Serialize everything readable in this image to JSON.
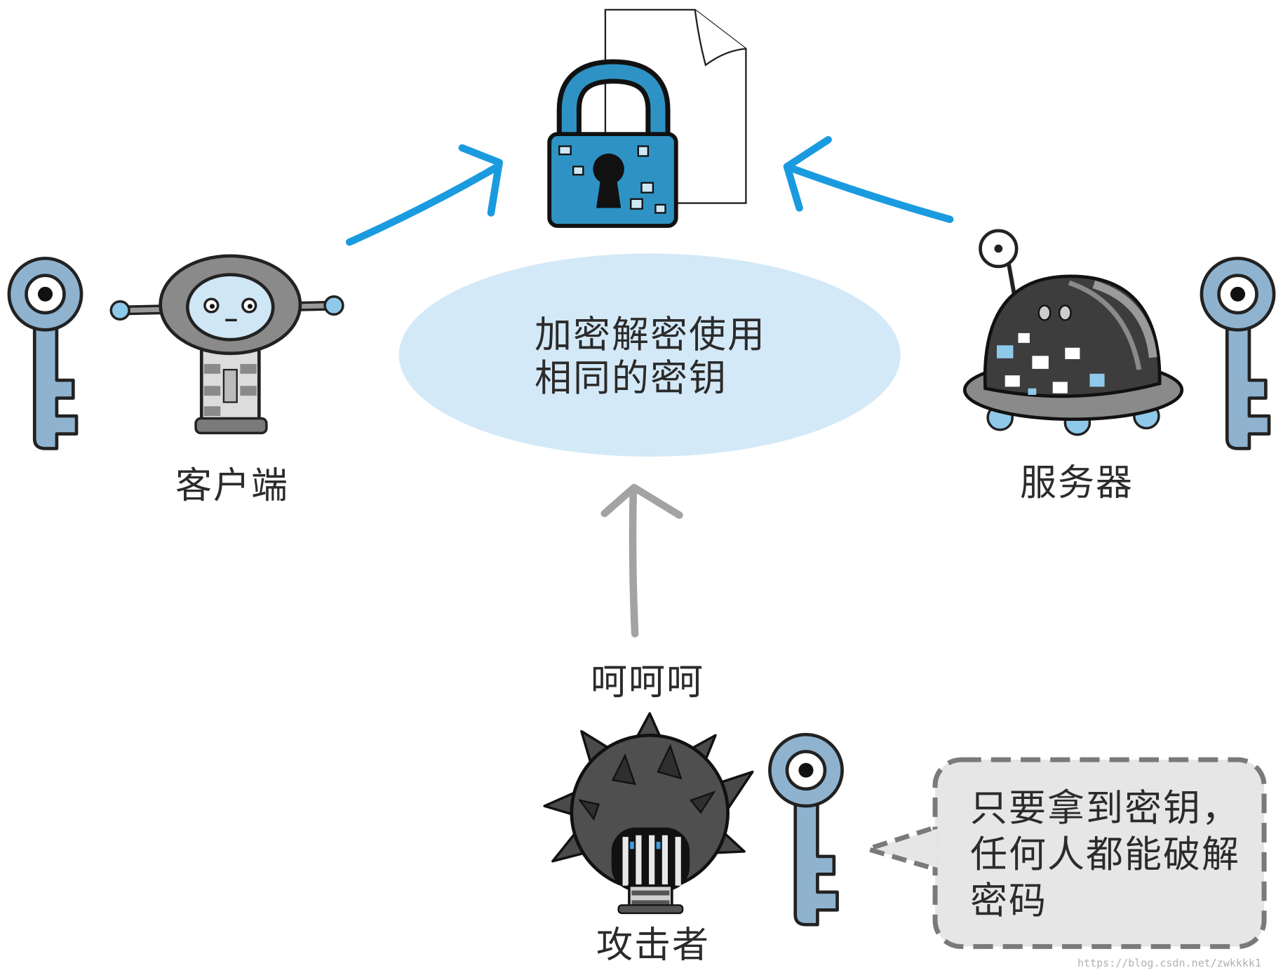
{
  "center_note": {
    "line1": "加密解密使用",
    "line2": "相同的密钥"
  },
  "labels": {
    "client": "客户端",
    "server": "服务器",
    "laugh": "呵呵呵",
    "attacker": "攻击者"
  },
  "speech_bubble": {
    "line1": "只要拿到密钥，",
    "line2": "任何人都能破解",
    "line3": "密码"
  },
  "watermark": "https://blog.csdn.net/zwkkkk1",
  "icons": [
    "document-icon",
    "padlock-icon",
    "key-icon",
    "client-robot-icon",
    "server-robot-icon",
    "attacker-icon"
  ],
  "colors": {
    "arrow_blue": "#1a9be0",
    "arrow_gray": "#a3a3a3",
    "ellipse_fill": "#d4e9f7",
    "lock_blue": "#2e93c4",
    "key_blue": "#8fb3cf",
    "bubble_fill": "#e6e6e6",
    "bubble_border": "#7a7a7a",
    "text": "#2b2b2b"
  }
}
